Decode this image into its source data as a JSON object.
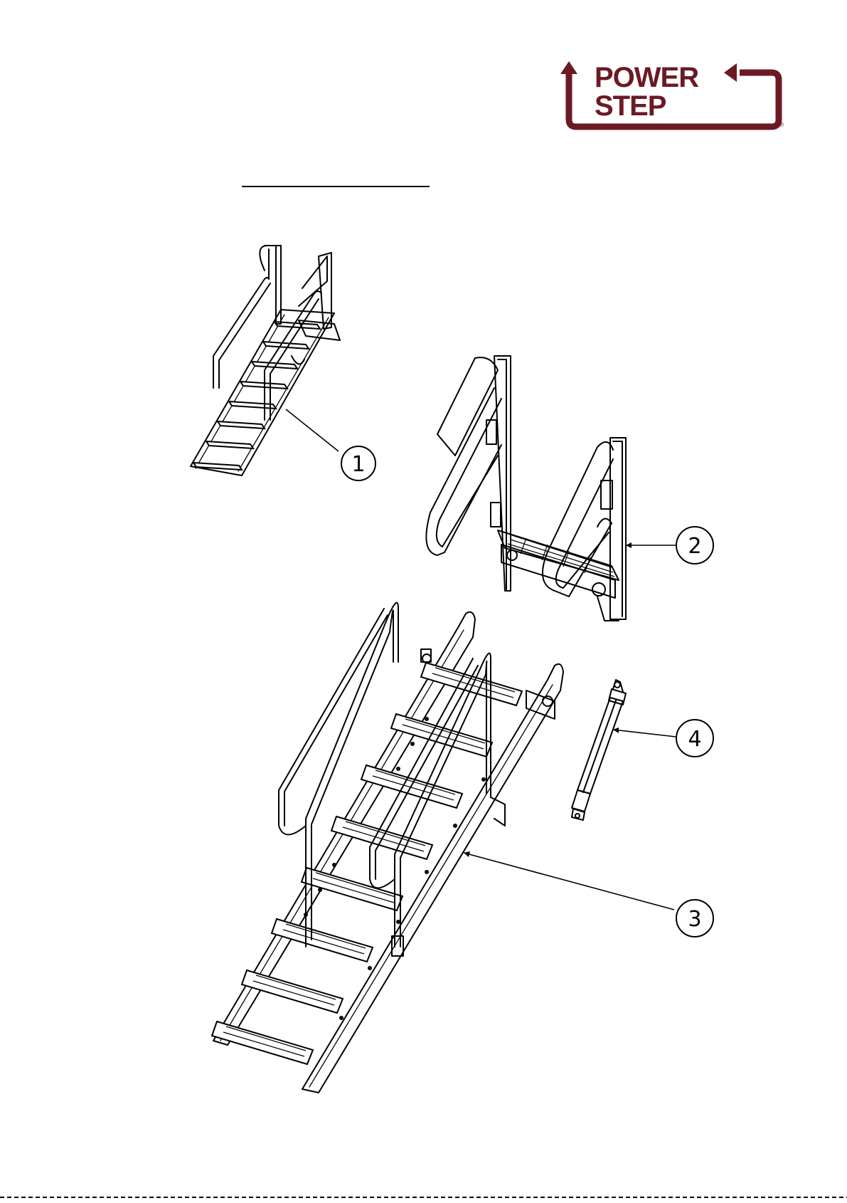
{
  "logo": {
    "line1": "POWER",
    "line2": "STEP",
    "registered": "®",
    "brand_color": "#6b1a24"
  },
  "callouts": [
    "1",
    "2",
    "3",
    "4"
  ]
}
